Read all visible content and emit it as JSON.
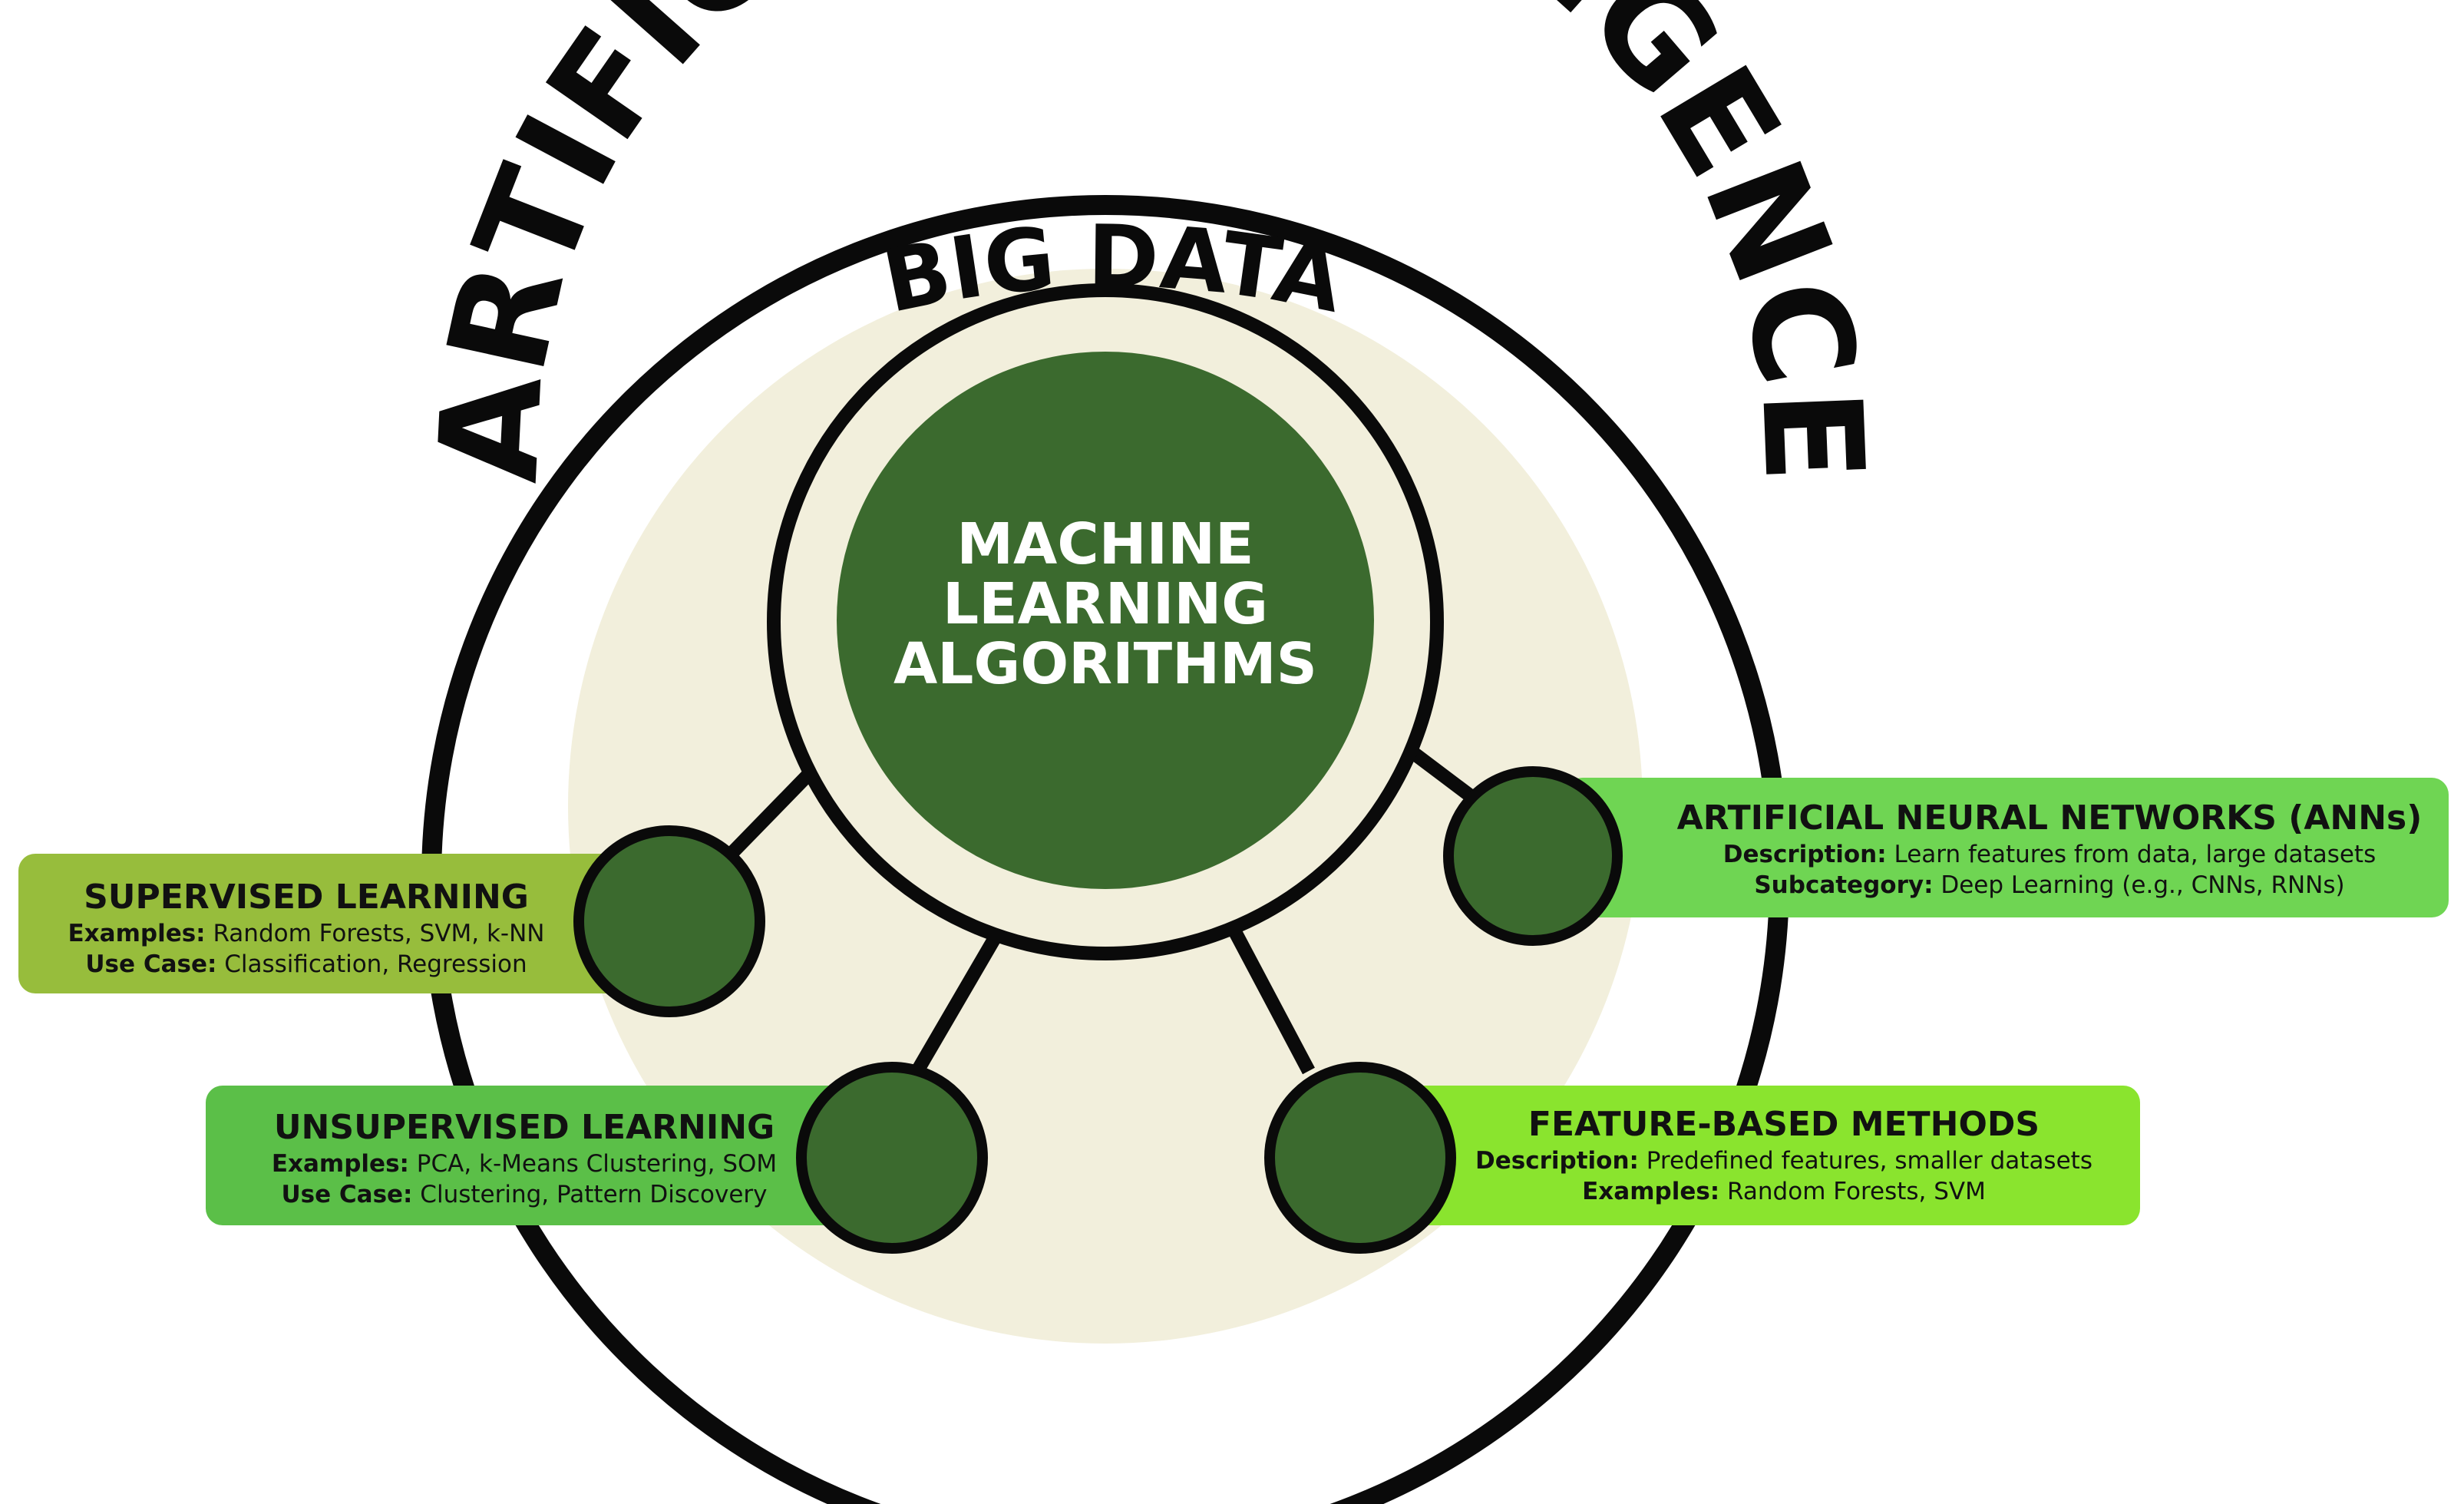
{
  "colors": {
    "dark_green": "#3b6a2e",
    "outline": "#0a0a0a",
    "cream": "#f2efdc",
    "supervised_bg": "#97bd3c",
    "unsupervised_bg": "#5bbf48",
    "ann_bg": "#6fd553",
    "feature_bg": "#8ae42e"
  },
  "title": {
    "outer": "ARTIFICIAL INTELLIGENCE",
    "inner": "BIG DATA"
  },
  "center": {
    "lines": [
      "MACHINE",
      "LEARNING",
      "ALGORITHMS"
    ]
  },
  "branches": {
    "supervised": {
      "title": "SUPERVISED LEARNING",
      "line1_label": "Examples:",
      "line1_value": " Random Forests, SVM, k-NN",
      "line2_label": "Use Case:",
      "line2_value": " Classification, Regression"
    },
    "unsupervised": {
      "title": "UNSUPERVISED LEARNING",
      "line1_label": "Examples:",
      "line1_value": " PCA, k-Means Clustering, SOM",
      "line2_label": "Use Case:",
      "line2_value": " Clustering, Pattern Discovery"
    },
    "ann": {
      "title": "ARTIFICIAL NEURAL NETWORKS (ANNs)",
      "line1_label": "Description:",
      "line1_value": " Learn features from data, large datasets",
      "line2_label": "Subcategory:",
      "line2_value": " Deep Learning (e.g., CNNs, RNNs)"
    },
    "feature": {
      "title": "FEATURE-BASED METHODS",
      "line1_label": "Description:",
      "line1_value": " Predefined features, smaller datasets",
      "line2_label": "Examples:",
      "line2_value": " Random Forests, SVM"
    }
  }
}
